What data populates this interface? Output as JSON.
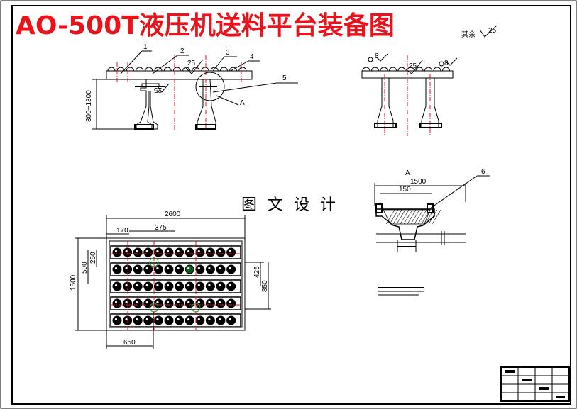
{
  "title": "AO-500T液压机送料平台装备图",
  "watermark": "图 文 设 计",
  "roughness": {
    "corner_label": "其余",
    "corner_value": "25",
    "top_left": "25",
    "top_right": "25",
    "pedestal": "25",
    "side_left": "8",
    "side_right": "8"
  },
  "part_labels": [
    "1",
    "2",
    "3",
    "4",
    "5",
    "6"
  ],
  "detail_label": "A",
  "section_title": "A",
  "front_view": {
    "height_range": "300~1300"
  },
  "section_view": {
    "width_outer": "1500",
    "width_inner": "150"
  },
  "plan_view": {
    "overall_length": "2600",
    "overall_width": "1500",
    "dim_170": "170",
    "dim_375": "375",
    "dim_250": "250",
    "dim_500": "500",
    "dim_425": "425",
    "dim_850": "850",
    "dim_650": "650",
    "rows": 5,
    "balls_per_row": 12
  }
}
